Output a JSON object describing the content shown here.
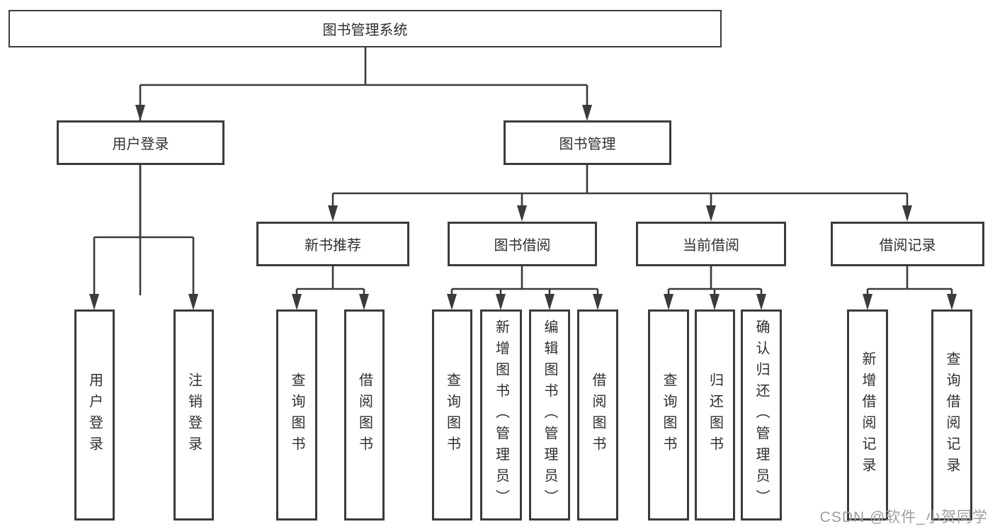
{
  "diagram": {
    "root": {
      "label": "图书管理系统"
    },
    "level2": [
      {
        "label": "用户登录"
      },
      {
        "label": "图书管理"
      }
    ],
    "level3": [
      {
        "label": "新书推荐"
      },
      {
        "label": "图书借阅"
      },
      {
        "label": "当前借阅"
      },
      {
        "label": "借阅记录"
      }
    ],
    "leaves": {
      "user_login": [
        {
          "label": "用户登录"
        },
        {
          "label": "注销登录"
        }
      ],
      "new_book_recommend": [
        {
          "label": "查询图书"
        },
        {
          "label": "借阅图书"
        }
      ],
      "book_borrow": [
        {
          "label": "查询图书"
        },
        {
          "label": "新增图书（管理员）"
        },
        {
          "label": "编辑图书（管理员）"
        },
        {
          "label": "借阅图书"
        }
      ],
      "current_borrow": [
        {
          "label": "查询图书"
        },
        {
          "label": "归还图书"
        },
        {
          "label": "确认归还（管理员）"
        }
      ],
      "borrow_records": [
        {
          "label": "新增借阅记录"
        },
        {
          "label": "查询借阅记录"
        }
      ]
    },
    "watermark": "CSDN @软件_小贺同学",
    "colors": {
      "line": "#3b3b3b",
      "text": "#2f2f2f",
      "watermark": "#9e9e9e",
      "background": "#ffffff"
    }
  }
}
